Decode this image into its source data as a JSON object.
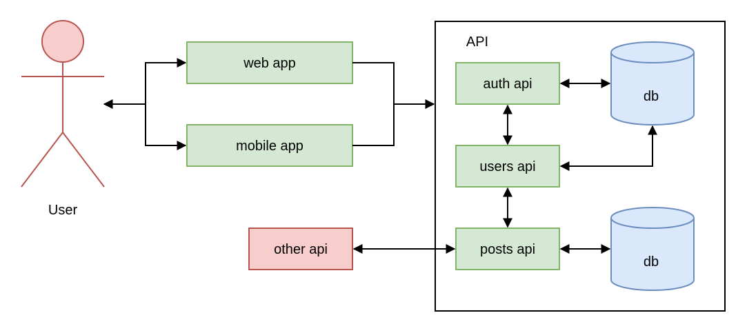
{
  "diagram": {
    "actor": {
      "label": "User"
    },
    "frontends": {
      "web": "web app",
      "mobile": "mobile app"
    },
    "external": {
      "other": "other api"
    },
    "container": {
      "label": "API"
    },
    "services": {
      "auth": "auth api",
      "users": "users api",
      "posts": "posts api"
    },
    "databases": {
      "db1": "db",
      "db2": "db"
    },
    "colors": {
      "service_fill": "#d5e8d4",
      "service_stroke": "#82b366",
      "external_fill": "#f8cecc",
      "external_stroke": "#b85450",
      "db_fill": "#dae8fc",
      "db_stroke": "#6c8ebf"
    }
  }
}
